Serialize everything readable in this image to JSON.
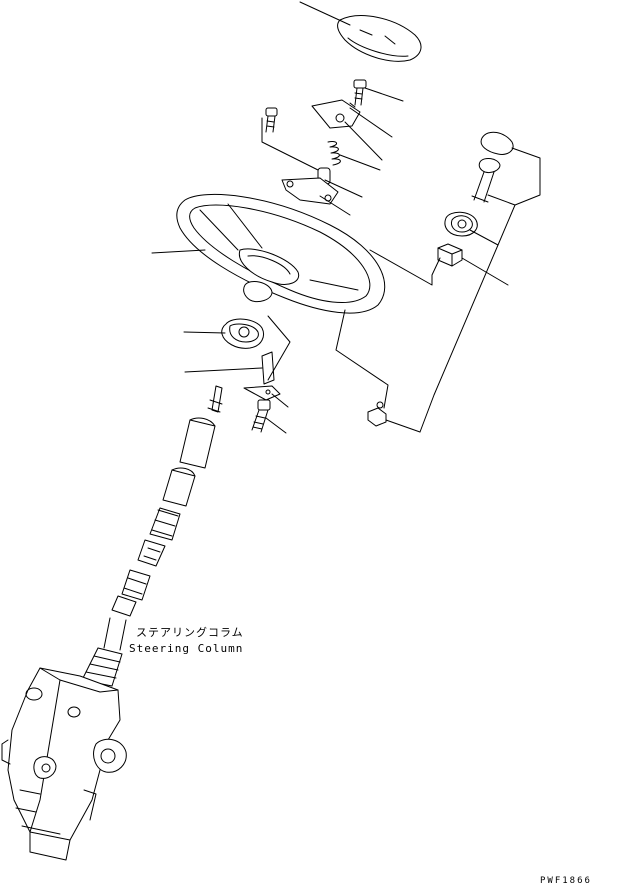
{
  "labels": {
    "component_ja": "ステアリングコラム",
    "component_en": "Steering Column"
  },
  "figure_code": "PWF1866"
}
